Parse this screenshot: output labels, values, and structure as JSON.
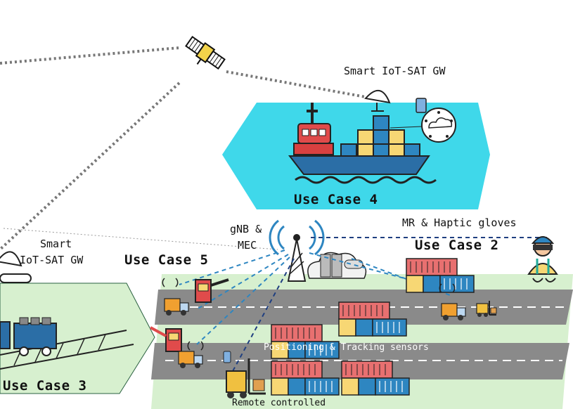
{
  "labels": {
    "smart_gw_top": "Smart IoT-SAT GW",
    "smart_gw_left_1": "Smart",
    "smart_gw_left_2": "IoT-SAT GW",
    "use_case_4": "Use Case 4",
    "use_case_5": "Use Case 5",
    "use_case_2": "Use Case 2",
    "use_case_3": "Use Case 3",
    "gnb_1": "gNB &",
    "gnb_2": "MEC",
    "mr_haptic": "MR & Haptic gloves",
    "positioning": "Positioning & Tracking sensors",
    "remote": "Remote controlled"
  },
  "colors": {
    "sea_zone": "#3fd8ea",
    "port_zone": "#d7f0cf",
    "road": "#8a8a8a",
    "ship_hull": "#2b6ea6",
    "ship_red": "#e04b4b",
    "container_red": "#e87070",
    "container_blue": "#2e86c1",
    "container_yellow": "#f7d774",
    "link_dashed": "#2e86c1",
    "satellite_link": "#777777"
  }
}
